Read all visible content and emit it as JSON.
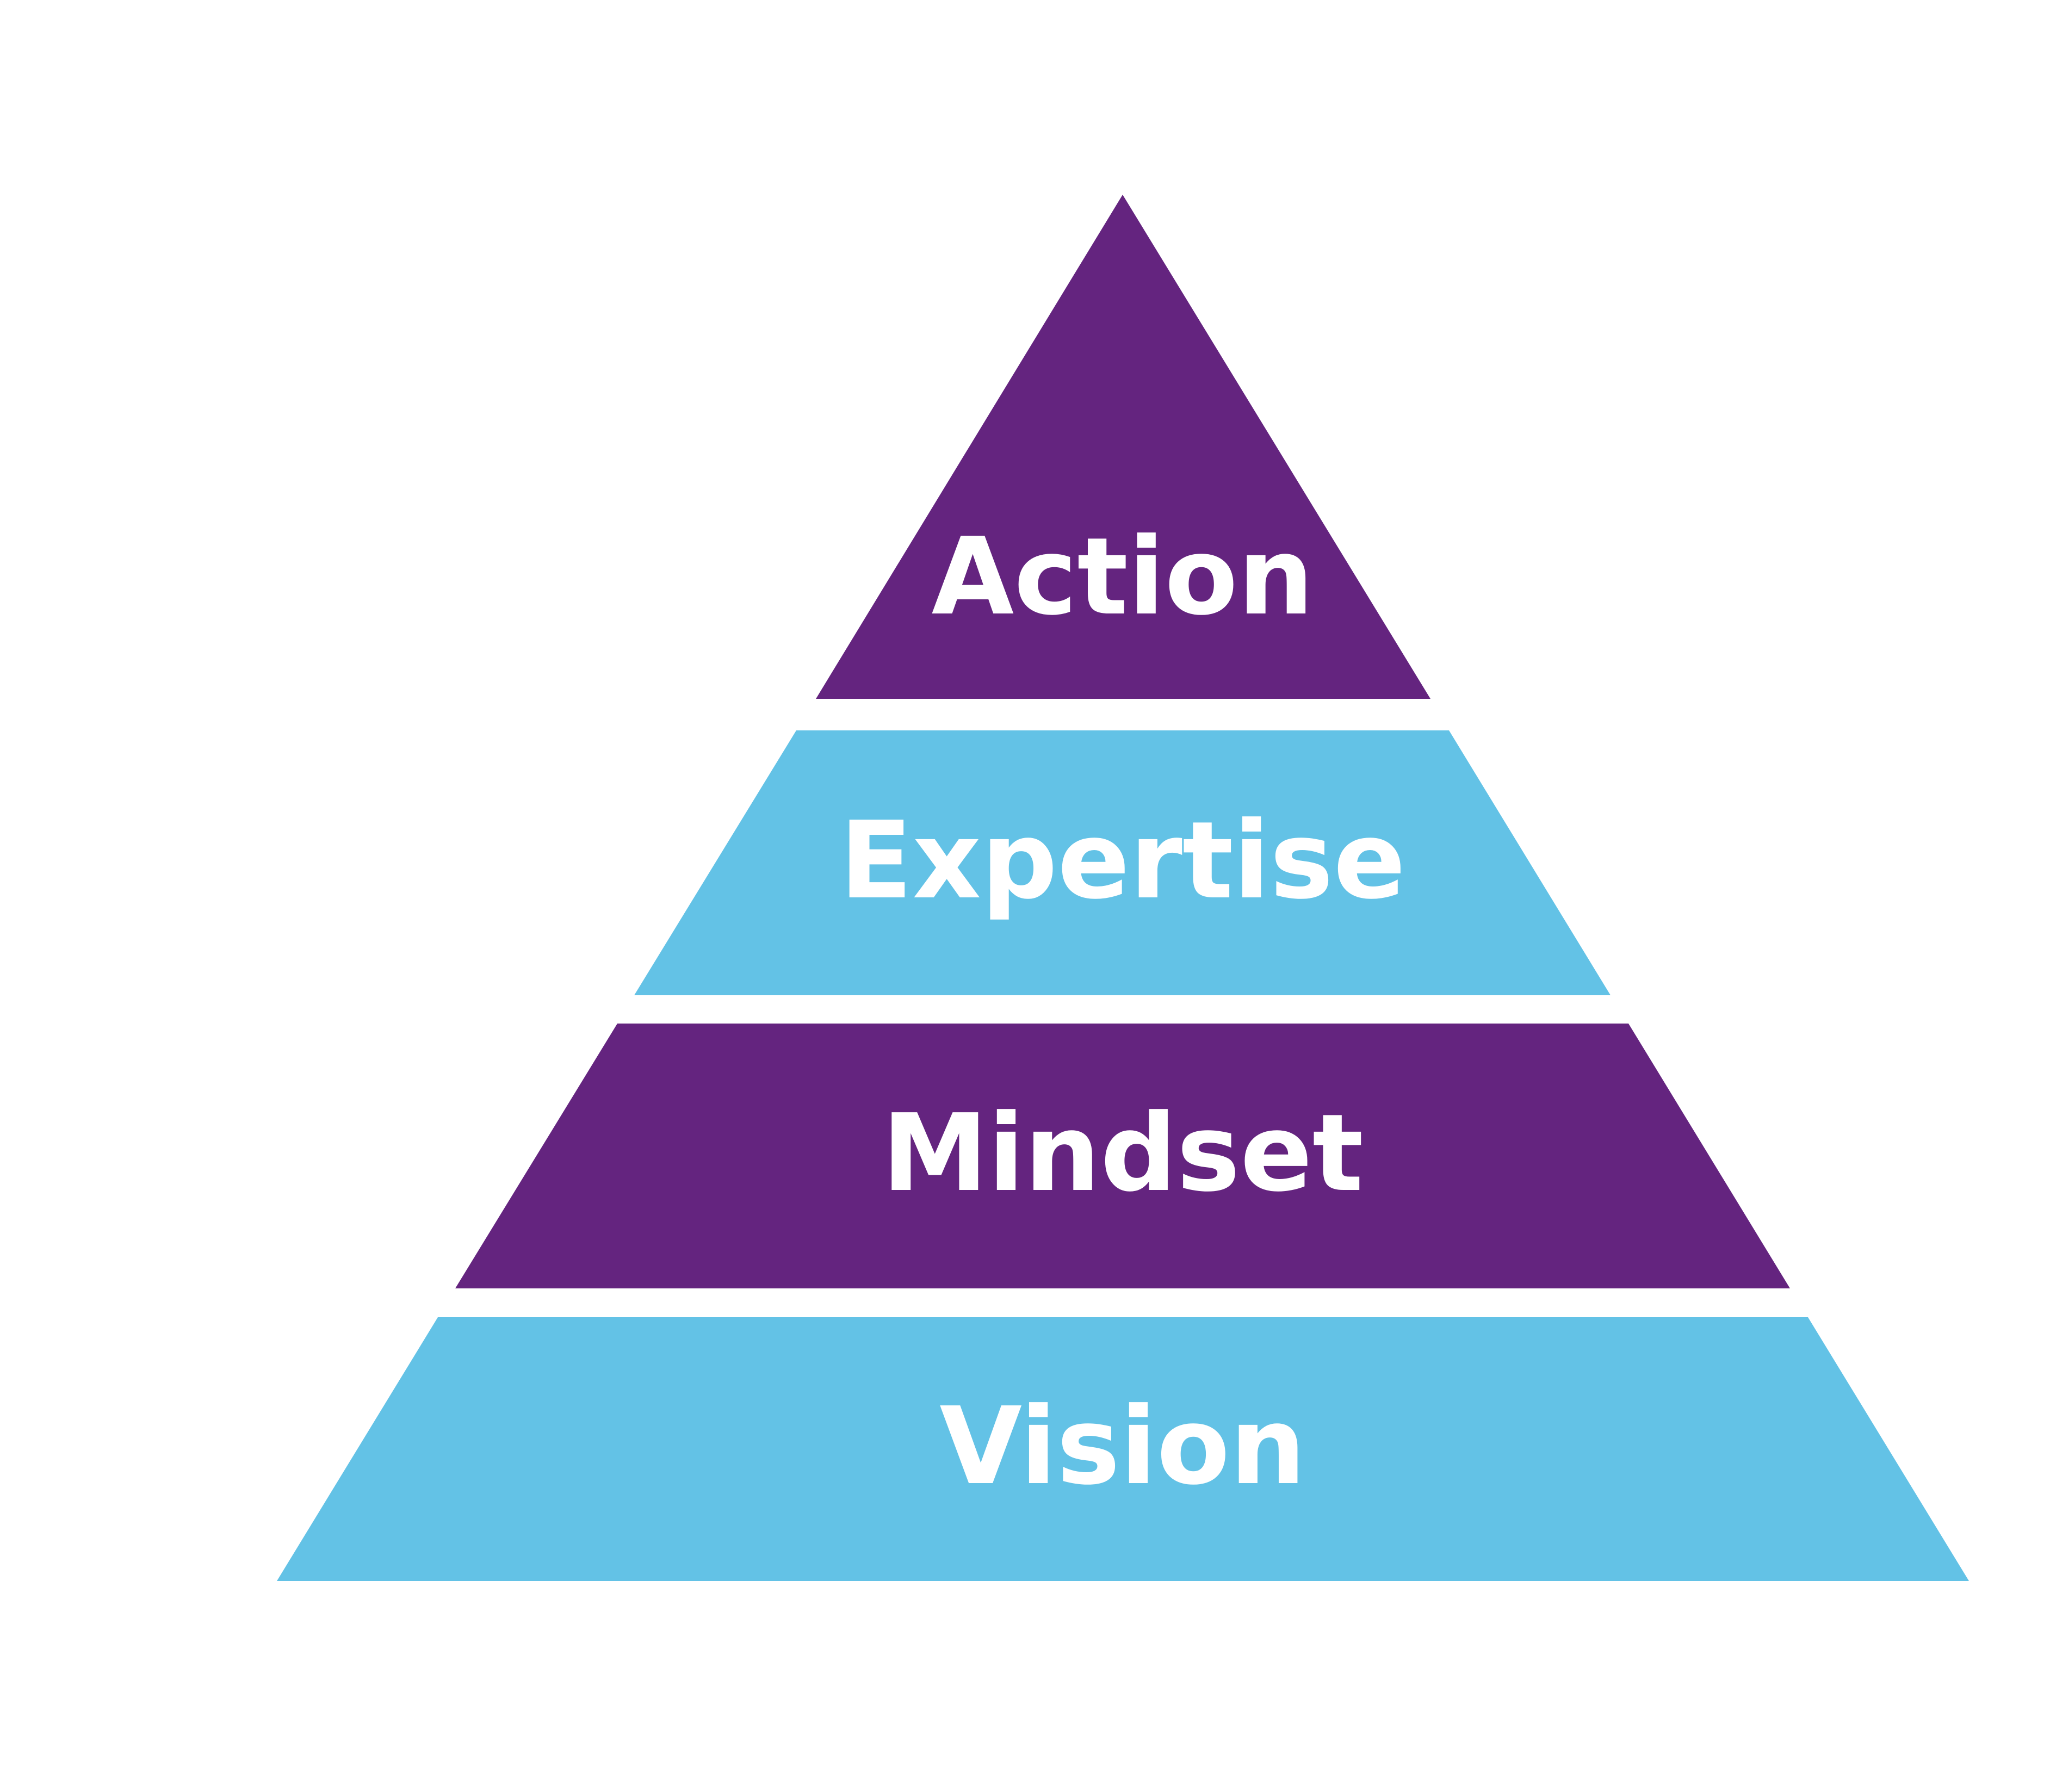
{
  "pyramid": {
    "colors": {
      "purple": "#64247f",
      "blue": "#63c2e6",
      "text": "#ffffff",
      "background": "#ffffff"
    },
    "tiers": [
      {
        "label": "Action",
        "color": "#64247f"
      },
      {
        "label": "Expertise",
        "color": "#63c2e6"
      },
      {
        "label": "Mindset",
        "color": "#64247f"
      },
      {
        "label": "Vision",
        "color": "#63c2e6"
      }
    ]
  }
}
